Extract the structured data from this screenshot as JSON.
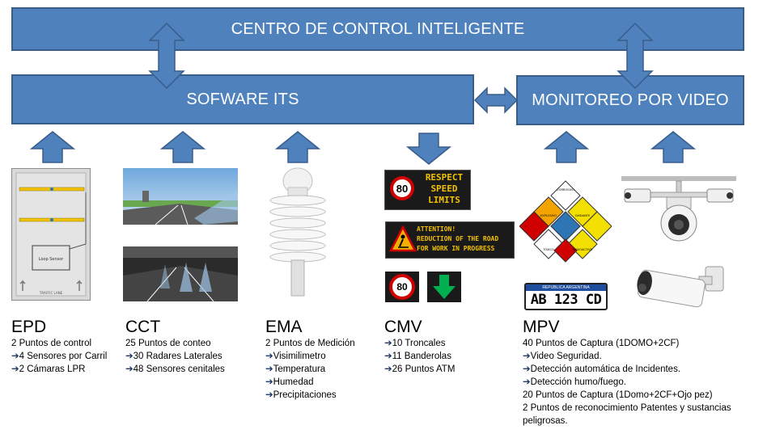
{
  "boxes": {
    "top": "CENTRO DE CONTROL INTELIGENTE",
    "its": "SOFWARE ITS",
    "video": "MONITOREO POR VIDEO"
  },
  "sections": {
    "epd": {
      "title": "EPD",
      "lines": [
        "2 Puntos de control",
        "4 Sensores por Carril",
        "2 Cámaras  LPR"
      ],
      "bullets": [
        false,
        true,
        true
      ]
    },
    "cct": {
      "title": "CCT",
      "lines": [
        "25 Puntos de conteo",
        "30 Radares Laterales",
        "48 Sensores cenitales"
      ],
      "bullets": [
        false,
        true,
        true
      ]
    },
    "ema": {
      "title": "EMA",
      "lines": [
        "2 Puntos de Medición",
        "Visimilimetro",
        "Temperatura",
        "Humedad",
        "Precipitaciones"
      ],
      "bullets": [
        false,
        true,
        true,
        true,
        true
      ]
    },
    "cmv": {
      "title": "CMV",
      "lines": [
        "10 Troncales",
        "11 Banderolas",
        "26 Puntos ATM"
      ],
      "bullets": [
        true,
        true,
        true
      ]
    },
    "mpv": {
      "title": "MPV",
      "lines": [
        "40 Puntos de Captura  (1DOMO+2CF)",
        "Video Seguridad.",
        "Detección automática de Incidentes.",
        "Detección humo/fuego.",
        "20 Puntos de Captura  (1Domo+2CF+Ojo pez)",
        "2 Puntos de reconocimiento Patentes  y sustancias",
        "peligrosas."
      ],
      "bullets": [
        false,
        true,
        true,
        true,
        false,
        false,
        false
      ]
    }
  },
  "illustrations": {
    "epd_label": "Loop Sensor",
    "epd_lane": "TRAFFIC LANE",
    "sign1": [
      "RESPECT",
      "SPEED",
      "LIMITS"
    ],
    "sign1_number": "80",
    "sign2": [
      "ATTENTION!",
      "REDUCTION OF THE ROAD",
      "FOR WORK IN PROGRESS"
    ],
    "sign3_number": "80",
    "plate_country": "REPUBLICA ARGENTINA",
    "plate_number": "AB 123 CD",
    "hazmat_labels": [
      "CORROSIVO",
      "EXPLOSIVO",
      "OXIDANTE",
      "TÓXICO",
      "RADIOACTIVO"
    ]
  },
  "colors": {
    "box_fill": "#4f81bd",
    "box_border": "#385d8a",
    "arrow_fill": "#4f81bd",
    "bullet": "#1f3864"
  }
}
